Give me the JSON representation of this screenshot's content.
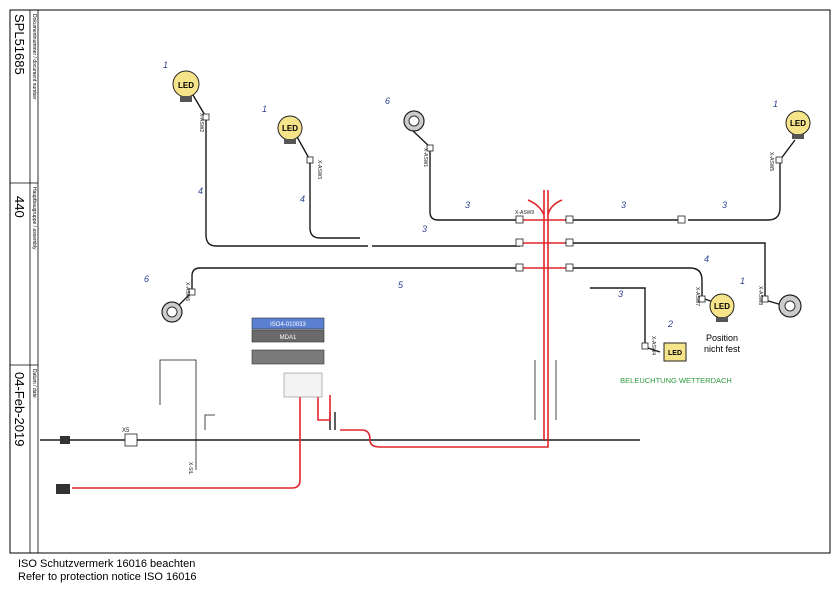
{
  "title_block": {
    "doc_number_label": "Dokumentnummer / document number",
    "doc_number": "SPL51685",
    "group_label": "Hauptbaugruppe / assembly",
    "group": "440",
    "date_label": "Datum / date",
    "date": "04-Feb-2019"
  },
  "lamps": {
    "led_label": "LED",
    "position_note_line1": "Position",
    "position_note_line2": "nicht fest",
    "weatherroof_note": "BELEUCHTUNG WETTERDACH"
  },
  "callouts": [
    "1",
    "1",
    "6",
    "1",
    "6",
    "1",
    "2",
    "4",
    "4",
    "4",
    "5",
    "3",
    "3",
    "3",
    "3",
    "3"
  ],
  "connectors": [
    "X-ASW2",
    "X-ASW3",
    "X-ASW1",
    "X-ASW5",
    "X-ASW6",
    "X-ASW8",
    "X-ASW7",
    "X-ASW4",
    "X-ASW9",
    "X5",
    "X-SIL"
  ],
  "modules": [
    "ISO4-010033",
    "MDA1"
  ],
  "footer": {
    "line1": "ISO Schutzvermerk 16016 beachten",
    "line2": "Refer to protection notice ISO 16016"
  },
  "colors": {
    "harness": "#1a1a1a",
    "power": "#e0262b",
    "callout": "#2b3f8e",
    "note_green": "#2e9a3f",
    "lamp_fill": "#f6e48a"
  }
}
